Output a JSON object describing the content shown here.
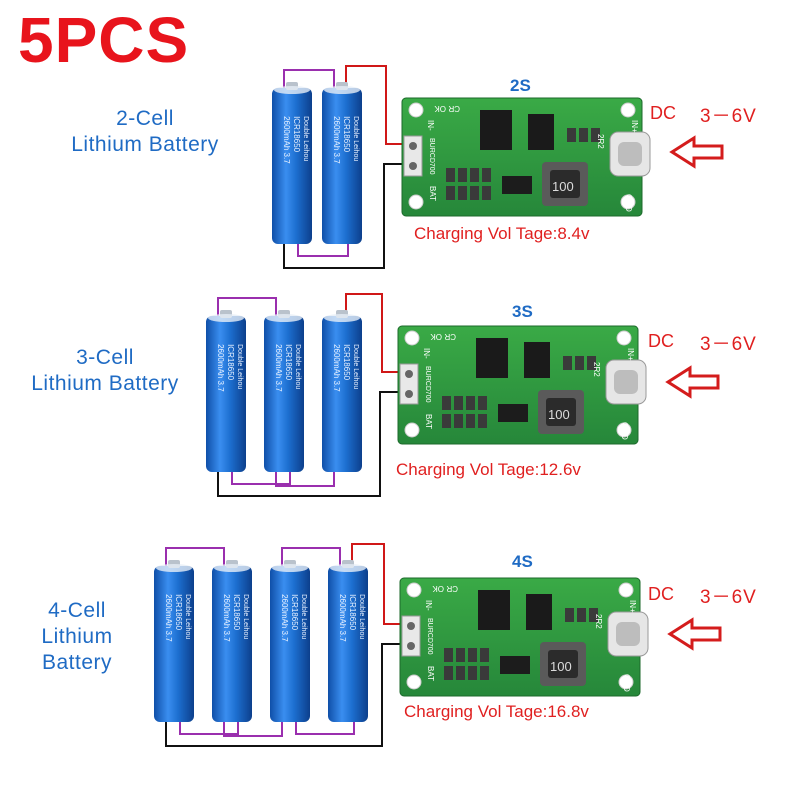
{
  "headline": "5PCS",
  "battery_print": {
    "brand": "Double Leihou",
    "model": "ICR18650",
    "capacity": "2600mAh",
    "voltage": "3.7"
  },
  "board_print": {
    "in_minus": "IN-",
    "ok": "OK",
    "cr": "CR",
    "in_plus": "IN+",
    "chip": "BURCD700",
    "bat": "BAT",
    "r2": "2R2",
    "gnd": "GND",
    "inductor": "100"
  },
  "sections": [
    {
      "id": "2s",
      "label_lines": [
        "2-Cell",
        "Lithium Battery"
      ],
      "series": "2S",
      "dc_label": "DC",
      "input_range": "3－6V",
      "charging": "Charging Vol Tage:8.4v",
      "cells": 2
    },
    {
      "id": "3s",
      "label_lines": [
        "3-Cell",
        "Lithium Battery"
      ],
      "series": "3S",
      "dc_label": "DC",
      "input_range": "3－6V",
      "charging": "Charging Vol Tage:12.6v",
      "cells": 3
    },
    {
      "id": "4s",
      "label_lines": [
        "4-Cell",
        "Lithium",
        "Battery"
      ],
      "series": "4S",
      "dc_label": "DC",
      "input_range": "3－6V",
      "charging": "Charging Vol Tage:16.8v",
      "cells": 4
    }
  ],
  "colors": {
    "headline": "#e8141c",
    "label_blue": "#1f6bc4",
    "text_red": "#e02020",
    "battery_blue": "#1d6fd0",
    "pcb_green": "#2e9a3c",
    "wire_purple": "#9a2fae",
    "wire_red": "#d01818",
    "wire_black": "#111111",
    "arrow_red": "#d41c1c"
  }
}
